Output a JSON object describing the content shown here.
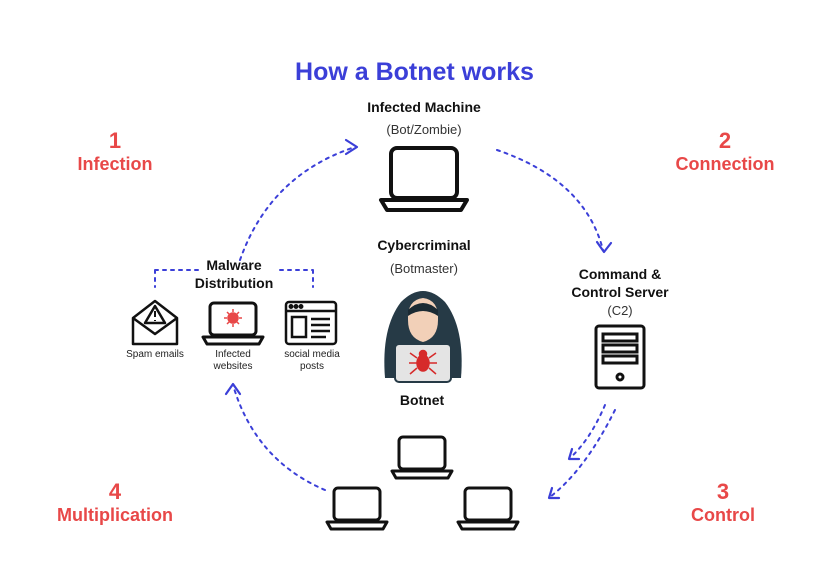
{
  "title": "How a Botnet works",
  "colors": {
    "title": "#3b3fd8",
    "step": "#e84848",
    "arrow": "#3b3fd8",
    "ink": "#111111",
    "hood": "#263a46",
    "spider": "#d62a2a"
  },
  "steps": [
    {
      "number": "1",
      "label": "Infection"
    },
    {
      "number": "2",
      "label": "Connection"
    },
    {
      "number": "3",
      "label": "Control"
    },
    {
      "number": "4",
      "label": "Multiplication"
    }
  ],
  "infected_machine": {
    "title": "Infected Machine",
    "subtitle": "(Bot/Zombie)",
    "icon": "laptop-icon"
  },
  "cybercriminal": {
    "title": "Cybercriminal",
    "subtitle": "(Botmaster)",
    "icon": "hacker-icon"
  },
  "c2": {
    "title_line1": "Command &",
    "title_line2": "Control Server",
    "subtitle": "(C2)",
    "icon": "server-tower-icon"
  },
  "malware": {
    "title_line1": "Malware",
    "title_line2": "Distribution",
    "sources": [
      {
        "label_line1": "Spam emails",
        "label_line2": "",
        "icon": "warning-envelope-icon"
      },
      {
        "label_line1": "Infected",
        "label_line2": "websites",
        "icon": "virus-laptop-icon"
      },
      {
        "label_line1": "social media",
        "label_line2": "posts",
        "icon": "webpage-icon"
      }
    ]
  },
  "botnet": {
    "label": "Botnet",
    "icon": "laptop-icon"
  }
}
